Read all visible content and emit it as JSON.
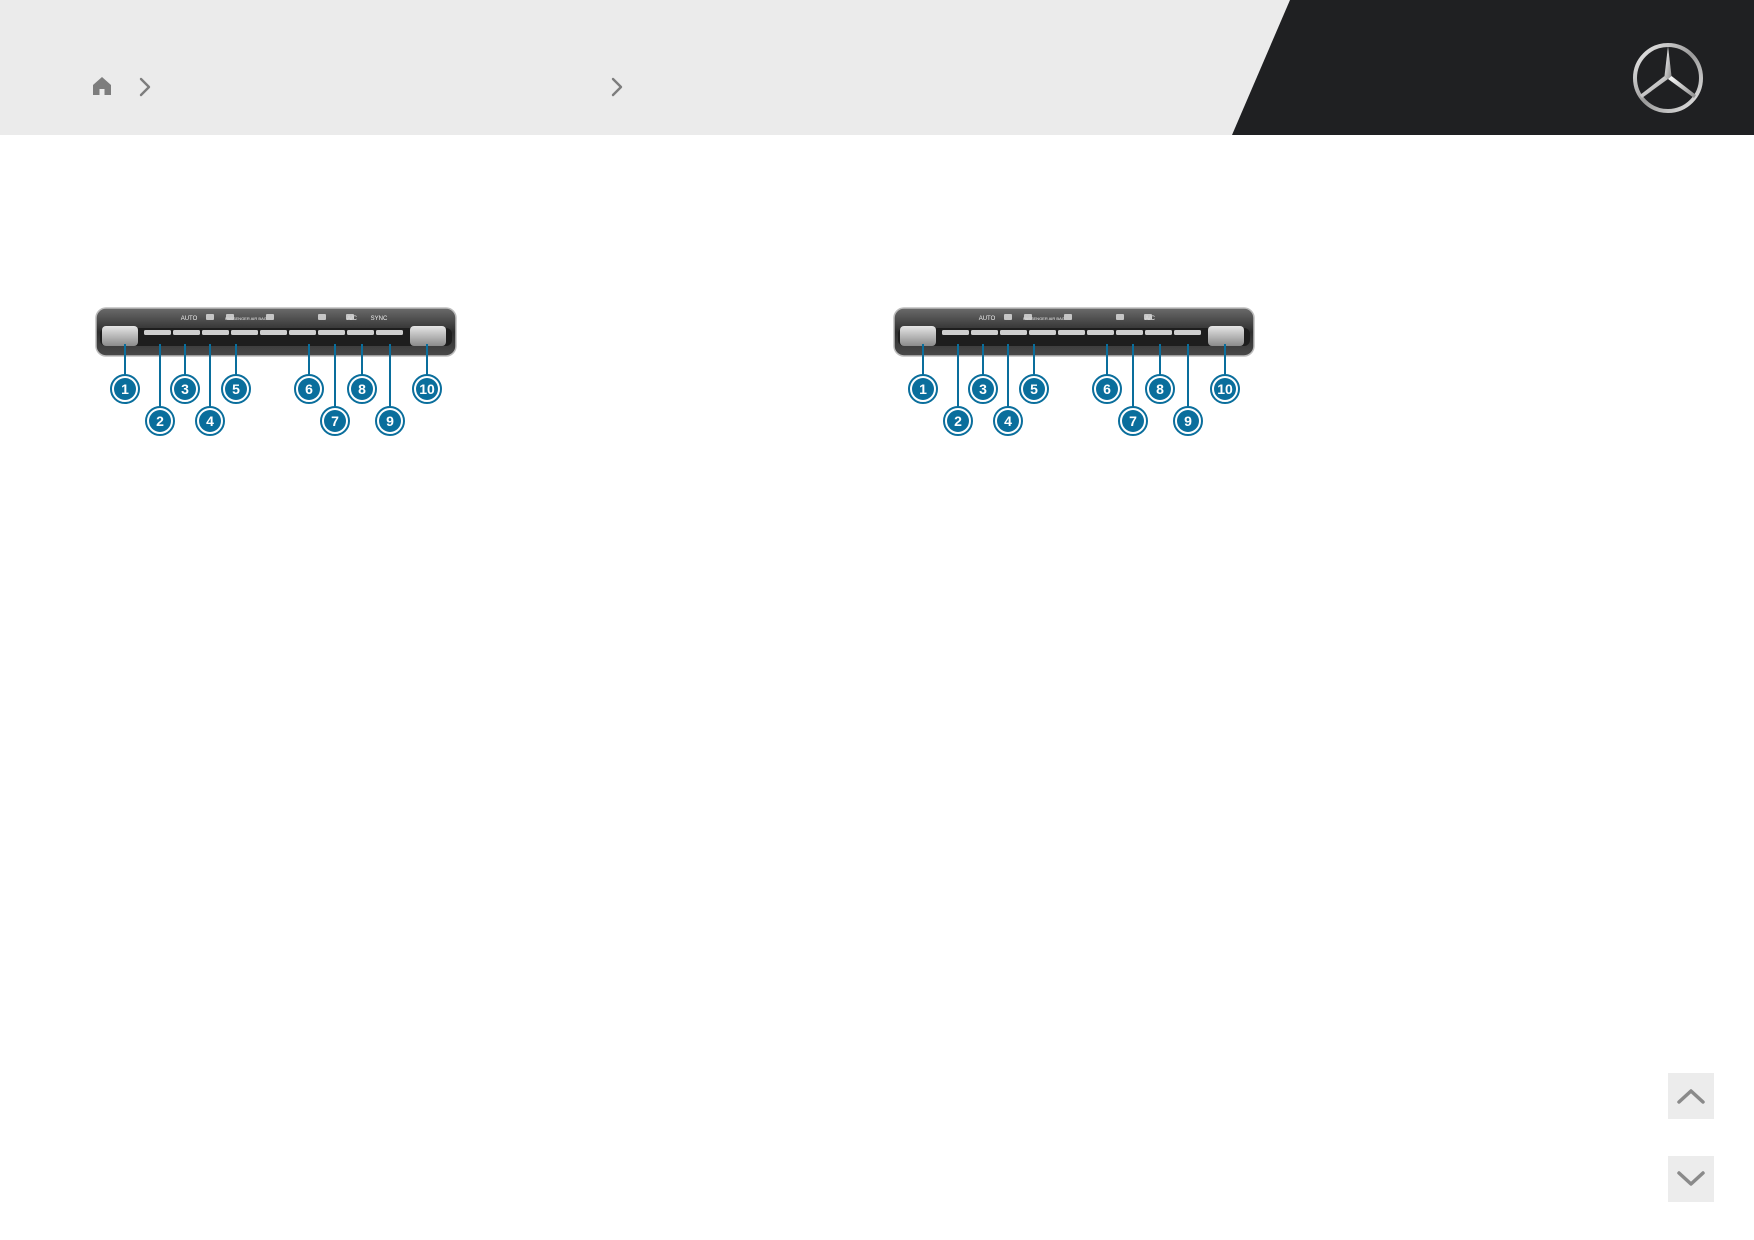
{
  "header": {
    "breadcrumb": {
      "home_icon": "home-icon",
      "separator_icon": "chevron-right-icon",
      "level1": "",
      "level2": ""
    },
    "logo": "mercedes-benz-star-logo"
  },
  "diagrams": [
    {
      "id": "left",
      "buttons": [
        "",
        "",
        "AUTO",
        "",
        "PASSENGER AIR BAG",
        "",
        "",
        "A/C",
        "SYNC",
        ""
      ],
      "callouts": [
        "1",
        "2",
        "3",
        "4",
        "5",
        "6",
        "7",
        "8",
        "9",
        "10"
      ]
    },
    {
      "id": "right",
      "buttons": [
        "",
        "",
        "AUTO",
        "",
        "PASSENGER AIR BAG",
        "",
        "",
        "A/C",
        "",
        ""
      ],
      "callouts": [
        "1",
        "2",
        "3",
        "4",
        "5",
        "6",
        "7",
        "8",
        "9",
        "10"
      ]
    }
  ],
  "navigation": {
    "up_icon": "chevron-up-icon",
    "down_icon": "chevron-down-icon"
  },
  "colors": {
    "header_bg": "#ebebeb",
    "header_dark": "#1f2022",
    "callout_blue": "#0a6e9c",
    "panel_dark": "#3d3d3d"
  }
}
